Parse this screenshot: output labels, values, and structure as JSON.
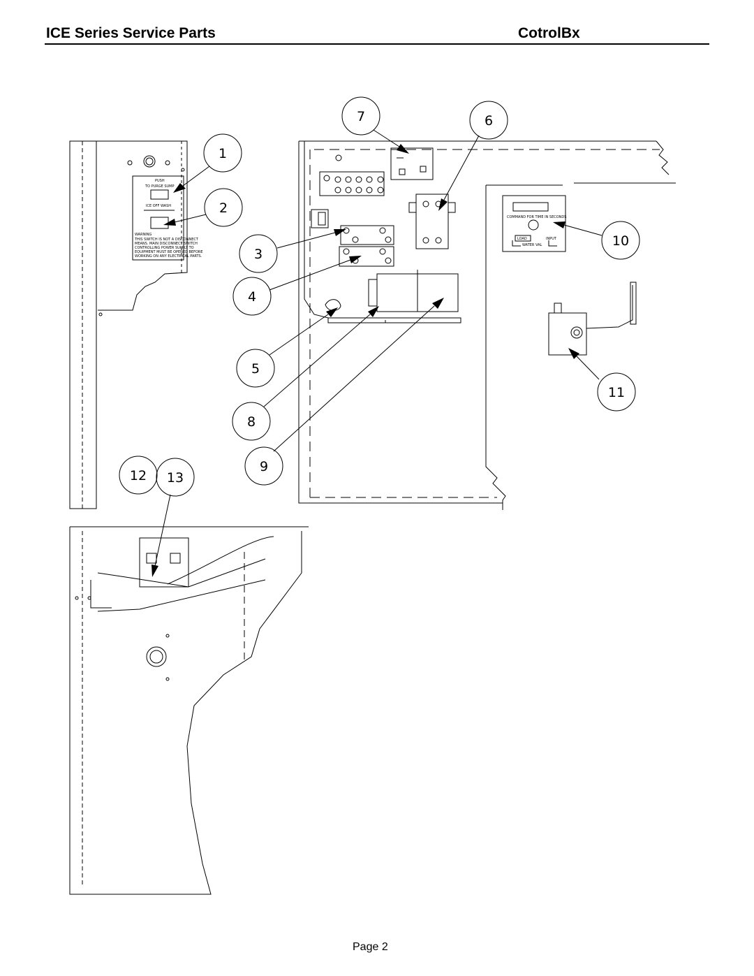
{
  "header": {
    "title": "ICE Series Service Parts",
    "section": "CotrolBx"
  },
  "diagram": {
    "callouts": [
      "1",
      "2",
      "3",
      "4",
      "5",
      "6",
      "7",
      "8",
      "9",
      "10",
      "11",
      "12",
      "13"
    ],
    "switch_plate": {
      "purge_label_1": "PUSH",
      "purge_label_2": "TO PURGE SUMP",
      "mode_labels": "ICE   OFF   WASH",
      "warning_1": "WARNING",
      "warning_2": "THIS SWITCH IS NOT A DISCONNECT",
      "warning_3": "MEANS. MAIN DISCONNECT SWITCH",
      "warning_4": "CONTROLLING POWER SUPPLY TO",
      "warning_5": "EQUIPMENT MUST BE OPENED BEFORE",
      "warning_6": "WORKING ON ANY ELECTRICAL PARTS."
    },
    "control_board": {
      "line_1": "COMMAND FOR TIME IN SECONDS",
      "load_label": "LOAD",
      "input_label": "INPUT",
      "water_label": "WATER VAL"
    }
  },
  "footer": {
    "page": "Page 2"
  }
}
